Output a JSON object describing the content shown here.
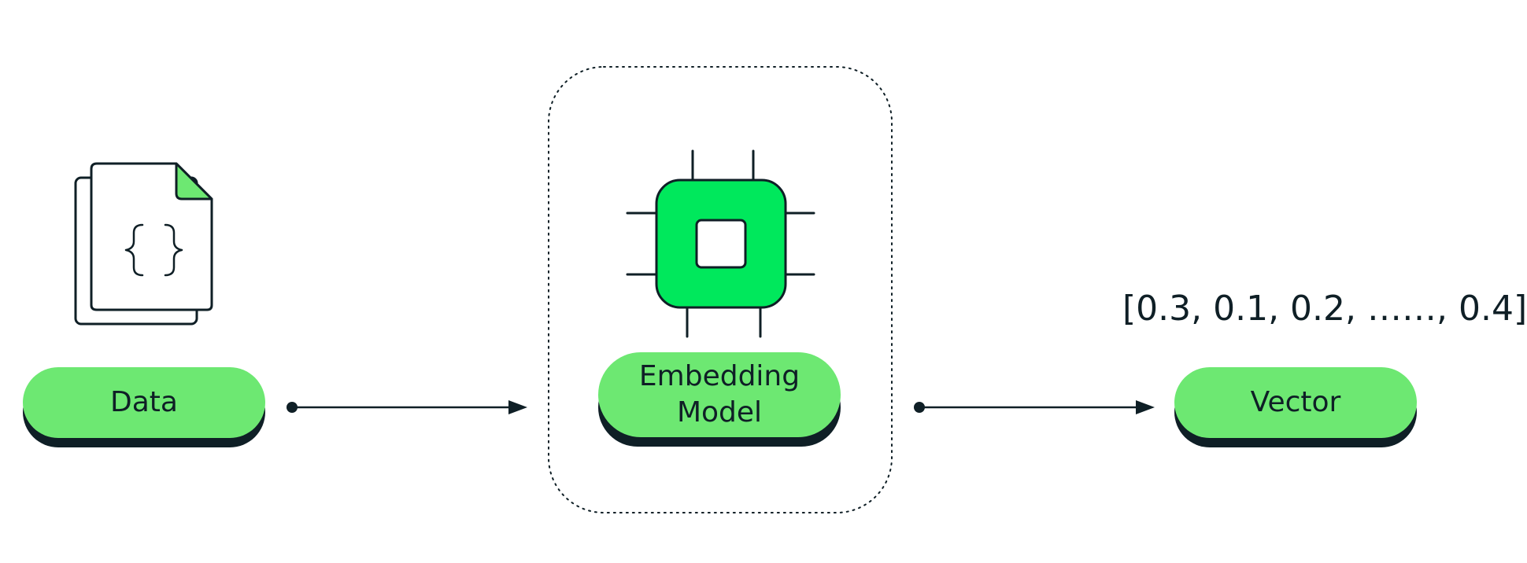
{
  "nodes": {
    "data": {
      "label": "Data"
    },
    "model": {
      "line1": "Embedding",
      "line2": "Model"
    },
    "vector": {
      "label": "Vector",
      "value": "[0.3, 0.1, 0.2, ……, 0.4]"
    }
  },
  "colors": {
    "accent": "#6de872",
    "chip": "#00e85c",
    "ink": "#0f1f26",
    "background": "#ffffff"
  },
  "icons": {
    "data": "json-document-icon",
    "model": "processor-chip-icon"
  }
}
